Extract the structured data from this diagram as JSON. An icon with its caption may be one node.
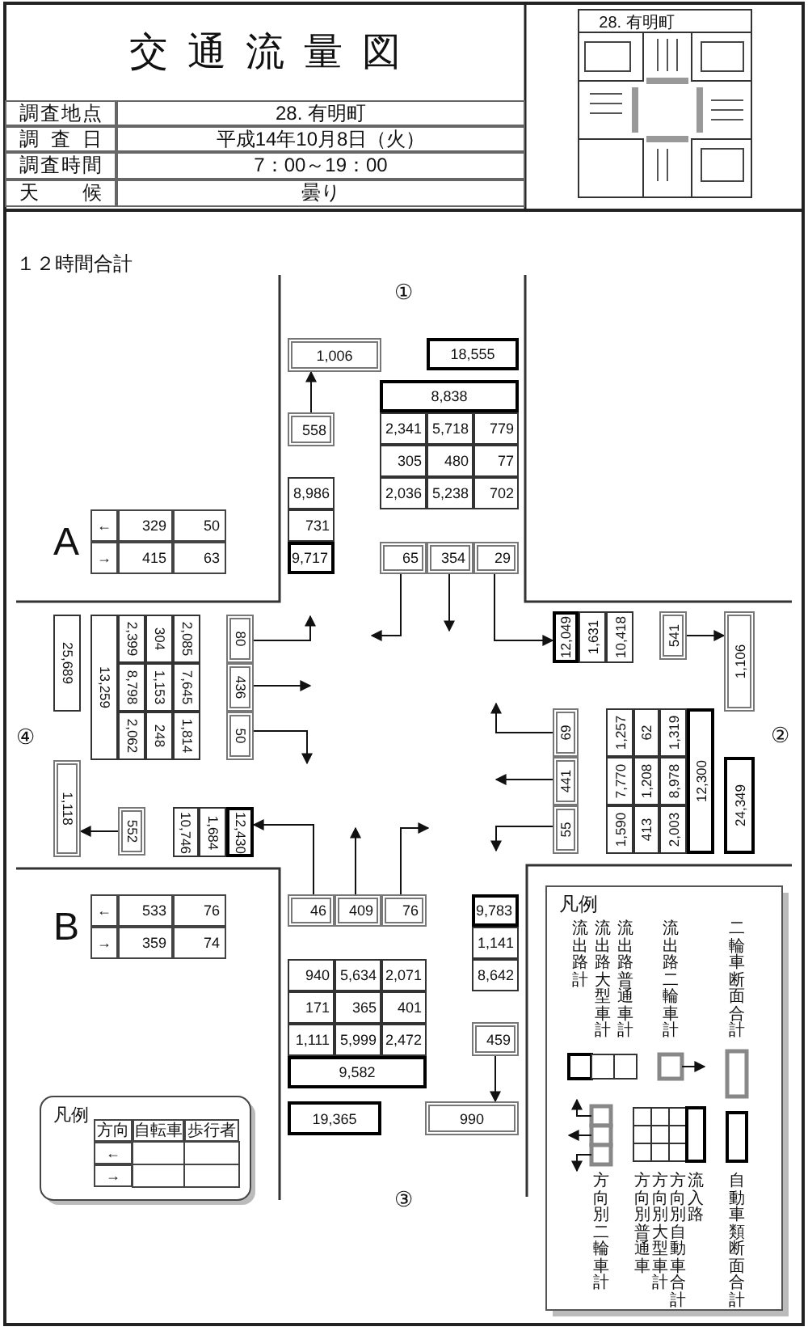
{
  "diagram": {
    "title": "交通流量図",
    "nodes": [
      {
        "text": [
          "1,006"
        ]
      },
      {
        "text": [
          "18,555"
        ]
      },
      {
        "text": [
          "558"
        ]
      },
      {
        "text": [
          "8,838"
        ]
      },
      {
        "text": [
          "2,341"
        ]
      },
      {
        "text": [
          "5,718"
        ]
      },
      {
        "text": [
          "779"
        ]
      },
      {
        "text": [
          "305"
        ]
      },
      {
        "text": [
          "480"
        ]
      },
      {
        "text": [
          "77"
        ]
      },
      {
        "text": [
          "2,036"
        ]
      },
      {
        "text": [
          "5,238"
        ]
      },
      {
        "text": [
          "702"
        ]
      },
      {
        "text": [
          "8,986"
        ]
      },
      {
        "text": [
          "731"
        ]
      },
      {
        "text": [
          "9,717"
        ]
      },
      {
        "text": [
          "65"
        ]
      },
      {
        "text": [
          "354"
        ]
      },
      {
        "text": [
          "29"
        ]
      },
      {
        "text": [
          "25,689"
        ]
      },
      {
        "text": [
          "13,259"
        ]
      },
      {
        "text": [
          "2,399"
        ]
      },
      {
        "text": [
          "304"
        ]
      },
      {
        "text": [
          "2,085"
        ]
      },
      {
        "text": [
          "8,798"
        ]
      },
      {
        "text": [
          "1,153"
        ]
      },
      {
        "text": [
          "7,645"
        ]
      },
      {
        "text": [
          "2,062"
        ]
      },
      {
        "text": [
          "248"
        ]
      },
      {
        "text": [
          "1,814"
        ]
      },
      {
        "text": [
          "80"
        ]
      },
      {
        "text": [
          "436"
        ]
      },
      {
        "text": [
          "50"
        ]
      },
      {
        "text": [
          "1,118"
        ]
      },
      {
        "text": [
          "552"
        ]
      },
      {
        "text": [
          "10,746"
        ]
      },
      {
        "text": [
          "1,684"
        ]
      },
      {
        "text": [
          "12,430"
        ]
      },
      {
        "text": [
          "12,049"
        ]
      },
      {
        "text": [
          "1,631"
        ]
      },
      {
        "text": [
          "10,418"
        ]
      },
      {
        "text": [
          "541"
        ]
      },
      {
        "text": [
          "1,106"
        ]
      },
      {
        "text": [
          "69"
        ]
      },
      {
        "text": [
          "441"
        ]
      },
      {
        "text": [
          "55"
        ]
      },
      {
        "text": [
          "1,257"
        ]
      },
      {
        "text": [
          "62"
        ]
      },
      {
        "text": [
          "1,319"
        ]
      },
      {
        "text": [
          "7,770"
        ]
      },
      {
        "text": [
          "1,208"
        ]
      },
      {
        "text": [
          "8,978"
        ]
      },
      {
        "text": [
          "1,590"
        ]
      },
      {
        "text": [
          "413"
        ]
      },
      {
        "text": [
          "2,003"
        ]
      },
      {
        "text": [
          "12,300"
        ]
      },
      {
        "text": [
          "24,349"
        ]
      },
      {
        "text": [
          "46"
        ]
      },
      {
        "text": [
          "409"
        ]
      },
      {
        "text": [
          "76"
        ]
      },
      {
        "text": [
          "9,783"
        ]
      },
      {
        "text": [
          "1,141"
        ]
      },
      {
        "text": [
          "8,642"
        ]
      },
      {
        "text": [
          "940"
        ]
      },
      {
        "text": [
          "5,634"
        ]
      },
      {
        "text": [
          "2,071"
        ]
      },
      {
        "text": [
          "171"
        ]
      },
      {
        "text": [
          "365"
        ]
      },
      {
        "text": [
          "401"
        ]
      },
      {
        "text": [
          "1,111"
        ]
      },
      {
        "text": [
          "5,999"
        ]
      },
      {
        "text": [
          "2,472"
        ]
      },
      {
        "text": [
          "9,582"
        ]
      },
      {
        "text": [
          "459"
        ]
      },
      {
        "text": [
          "19,365"
        ]
      },
      {
        "text": [
          "990"
        ]
      }
    ],
    "edges": [
      {
        "from": 2,
        "to": 0,
        "arrow": "to"
      },
      {
        "from": 16,
        "to": null,
        "arrow": "to"
      },
      {
        "from": 17,
        "to": null,
        "arrow": "to"
      },
      {
        "from": 18,
        "to": 38,
        "arrow": "to"
      },
      {
        "from": 30,
        "to": null,
        "arrow": "to"
      },
      {
        "from": 31,
        "to": null,
        "arrow": "to"
      },
      {
        "from": 32,
        "to": null,
        "arrow": "to"
      },
      {
        "from": 34,
        "to": 33,
        "arrow": "to"
      },
      {
        "from": 41,
        "to": 42,
        "arrow": "to"
      },
      {
        "from": 43,
        "to": null,
        "arrow": "to"
      },
      {
        "from": 44,
        "to": null,
        "arrow": "to"
      },
      {
        "from": 45,
        "to": null,
        "arrow": "to"
      },
      {
        "from": 57,
        "to": 37,
        "arrow": "to"
      },
      {
        "from": 58,
        "to": null,
        "arrow": "to"
      },
      {
        "from": 59,
        "to": null,
        "arrow": "to"
      },
      {
        "from": 73,
        "to": 75,
        "arrow": "to"
      }
    ],
    "labels": [
      "調査地点",
      "28. 有明町",
      "調査日",
      "平成14年10月8日（火）",
      "調査時間",
      "7：00～19：00",
      "天候",
      "曇り",
      "28. 有明町",
      "１２時間合計",
      "①",
      "A",
      "←",
      "329",
      "50",
      "→",
      "415",
      "63",
      "④",
      "②",
      "B",
      "←",
      "533",
      "76",
      "→",
      "359",
      "74",
      "凡例",
      "方向",
      "自転車",
      "歩行者",
      "←",
      "→",
      "③",
      "凡例"
    ],
    "legend": [
      {
        "text": "流出路計"
      },
      {
        "text": "流出路大型車計"
      },
      {
        "text": "流出路普通車計"
      },
      {
        "text": "流出路二輪車計"
      },
      {
        "text": "二輪車断面合計"
      },
      {
        "text": "方向別二輪車計"
      },
      {
        "text": "方向別普通車"
      },
      {
        "text": "方向別大型車計"
      },
      {
        "text": "方向別自動車合計"
      },
      {
        "text": "流入路"
      },
      {
        "text": "自動車類断面合計"
      }
    ]
  }
}
